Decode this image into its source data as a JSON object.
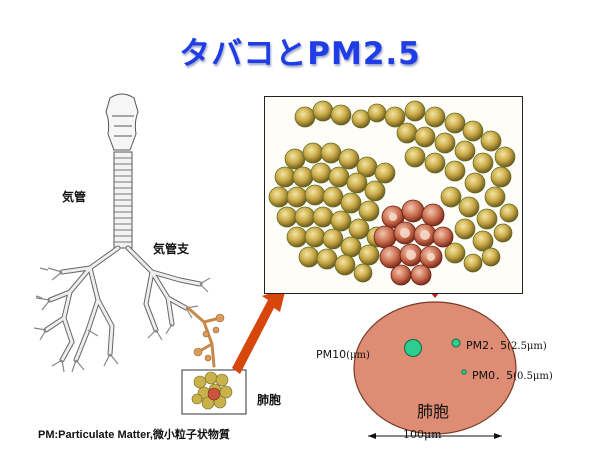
{
  "title": "タバコとPM2.5",
  "labels": {
    "trachea": "気管",
    "bronchi": "気管支",
    "alveolus_small": "肺胞",
    "alveolus_big": "肺胞"
  },
  "particles": {
    "pm10": {
      "label": "PM10",
      "size": "(μm)"
    },
    "pm25": {
      "label": "PM2．5",
      "size": "(2.5μm)"
    },
    "pm05": {
      "label": "PM0．5",
      "size": "(0.5μm)"
    }
  },
  "scale_label": "100μm",
  "footnote": "PM:Particulate Matter,微小粒子状物質",
  "colors": {
    "title": "#1f3ce6",
    "alveolus_fill": "#de8c73",
    "particle_fill": "#2ecc8f",
    "arrow_orange": "#d7470c",
    "arrow_red": "#c0201a"
  }
}
